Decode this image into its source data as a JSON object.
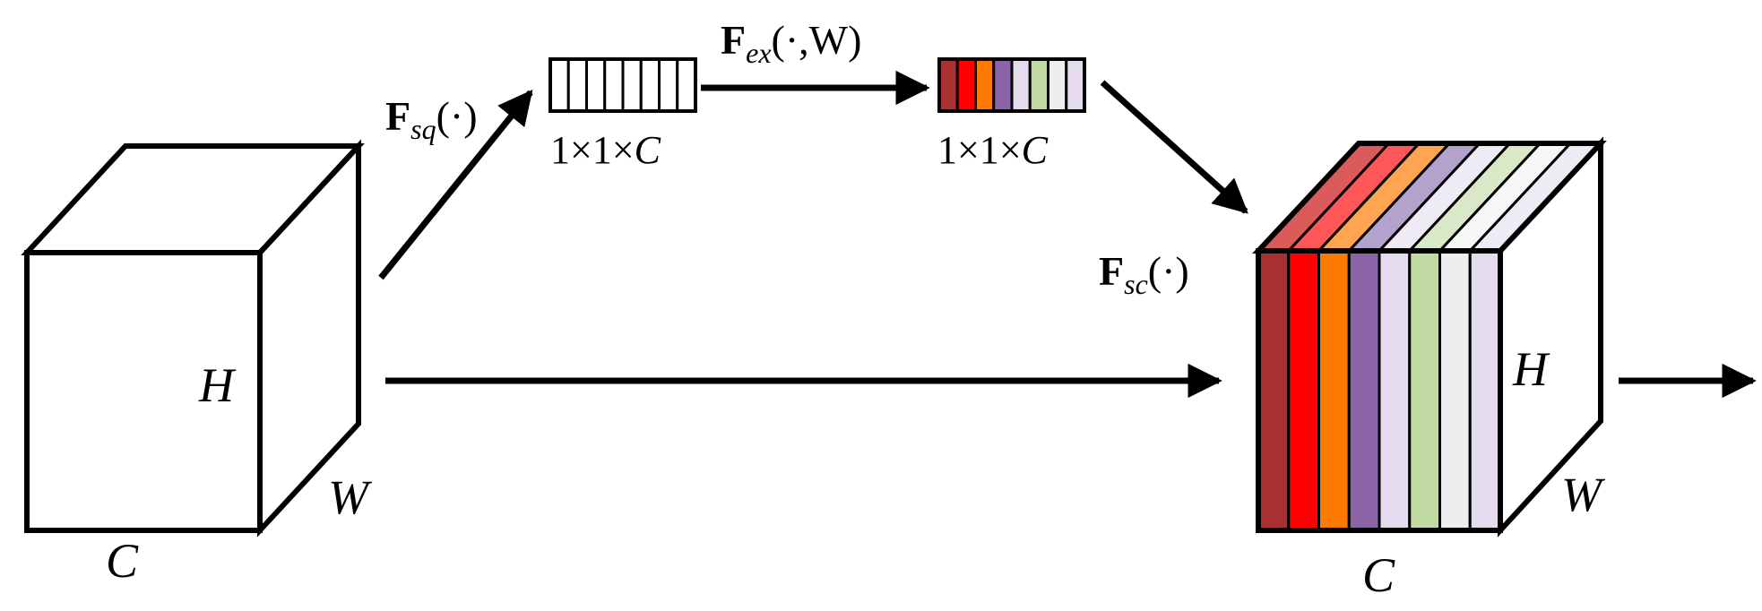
{
  "input_tensor": {
    "dim_h": "H",
    "dim_w": "W",
    "dim_c": "C"
  },
  "squeeze": {
    "op_main": "F",
    "op_sub": "sq",
    "op_args": "(·)"
  },
  "squeezed_vector": {
    "label_prefix": "1×1×",
    "label_var": "C",
    "cell_count": 8
  },
  "excitation": {
    "op_main": "F",
    "op_sub": "ex",
    "op_args": "(·,W)"
  },
  "weight_vector": {
    "label_prefix": "1×1×",
    "label_var": "C",
    "colors": [
      "#a83232",
      "#ff0000",
      "#ff7a00",
      "#8a64a6",
      "#e4dcee",
      "#c0d9a3",
      "#eeeeee",
      "#e4dcee"
    ]
  },
  "scale": {
    "op_main": "F",
    "op_sub": "sc",
    "op_args": "(·)"
  },
  "output_tensor": {
    "dim_h": "H",
    "dim_w": "W",
    "dim_c": "C",
    "front_colors": [
      "#a83232",
      "#ff0000",
      "#ff7a00",
      "#8a64a6",
      "#e4dcee",
      "#c0d9a3",
      "#eeeeee",
      "#e4dcee"
    ],
    "top_colors": [
      "#db5a5a",
      "#ff5757",
      "#ffa552",
      "#b3a2cc",
      "#efebf4",
      "#d9e8c7",
      "#f6f6f6",
      "#efebf4"
    ],
    "side_color": "#c4b5d3"
  }
}
